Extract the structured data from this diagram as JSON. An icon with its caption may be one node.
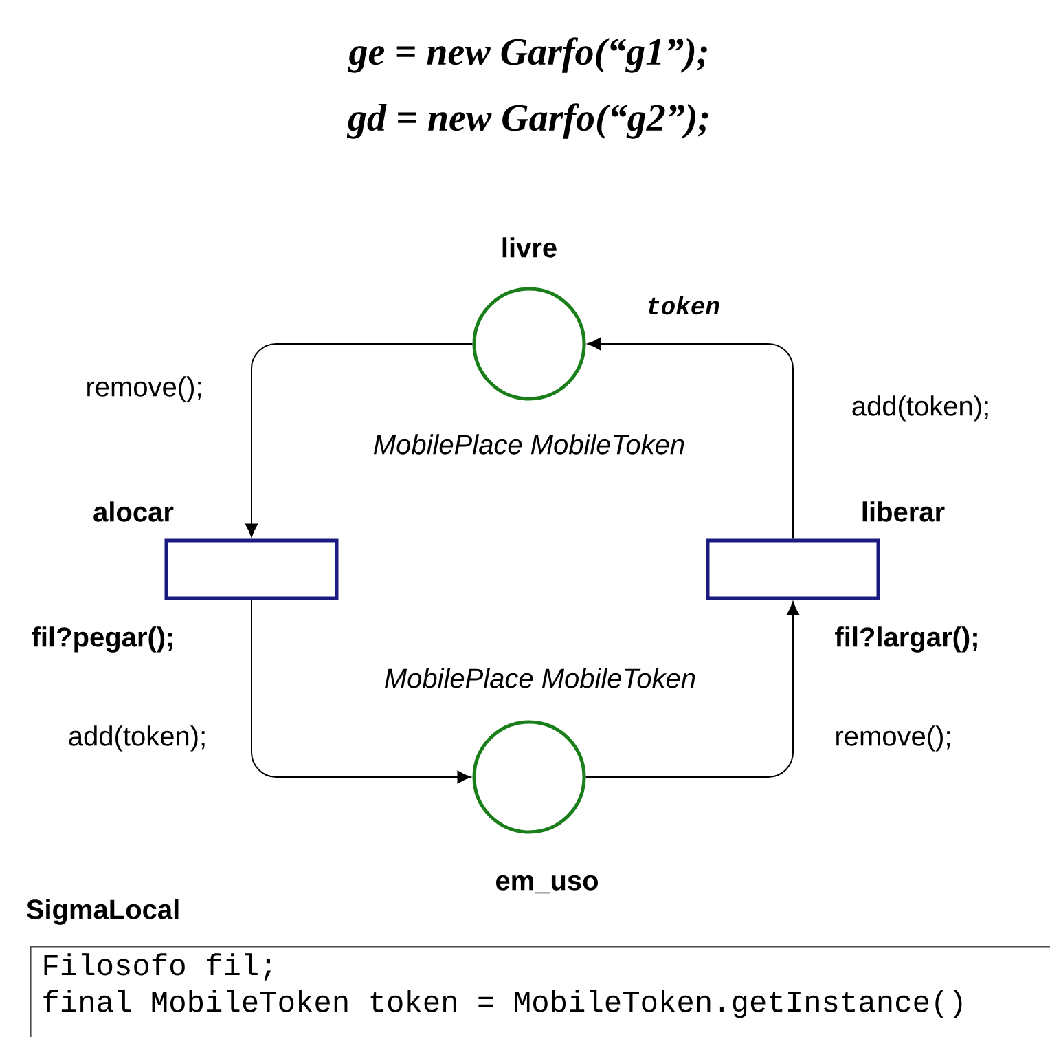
{
  "diagram": {
    "nodes": [
      {
        "text": [
          "livre"
        ],
        "beside": [
          "MobilePlace MobileToken"
        ]
      },
      {
        "text": [
          "alocar"
        ],
        "beside": [
          "fil?pegar();"
        ]
      },
      {
        "text": [
          "liberar"
        ],
        "beside": [
          "fil?largar();"
        ]
      },
      {
        "text": [
          "em_uso"
        ],
        "beside": [
          "MobilePlace MobileToken"
        ]
      },
      {
        "text": [
          "SigmaLocal",
          "Filosofo fil;",
          "final MobileToken token = MobileToken.getInstance()"
        ]
      }
    ],
    "edges": [
      {
        "from": 0,
        "to": 1,
        "arrow": "to",
        "label": "remove();"
      },
      {
        "from": 1,
        "to": 3,
        "arrow": "to",
        "label": "add(token);"
      },
      {
        "from": 3,
        "to": 2,
        "arrow": "to",
        "label": "remove();"
      },
      {
        "from": 2,
        "to": 0,
        "arrow": "to",
        "label": "token"
      }
    ],
    "labels": [
      "ge = new Garfo(“g1”);",
      "gd = new Garfo(“g2”);",
      "add(token);"
    ]
  }
}
